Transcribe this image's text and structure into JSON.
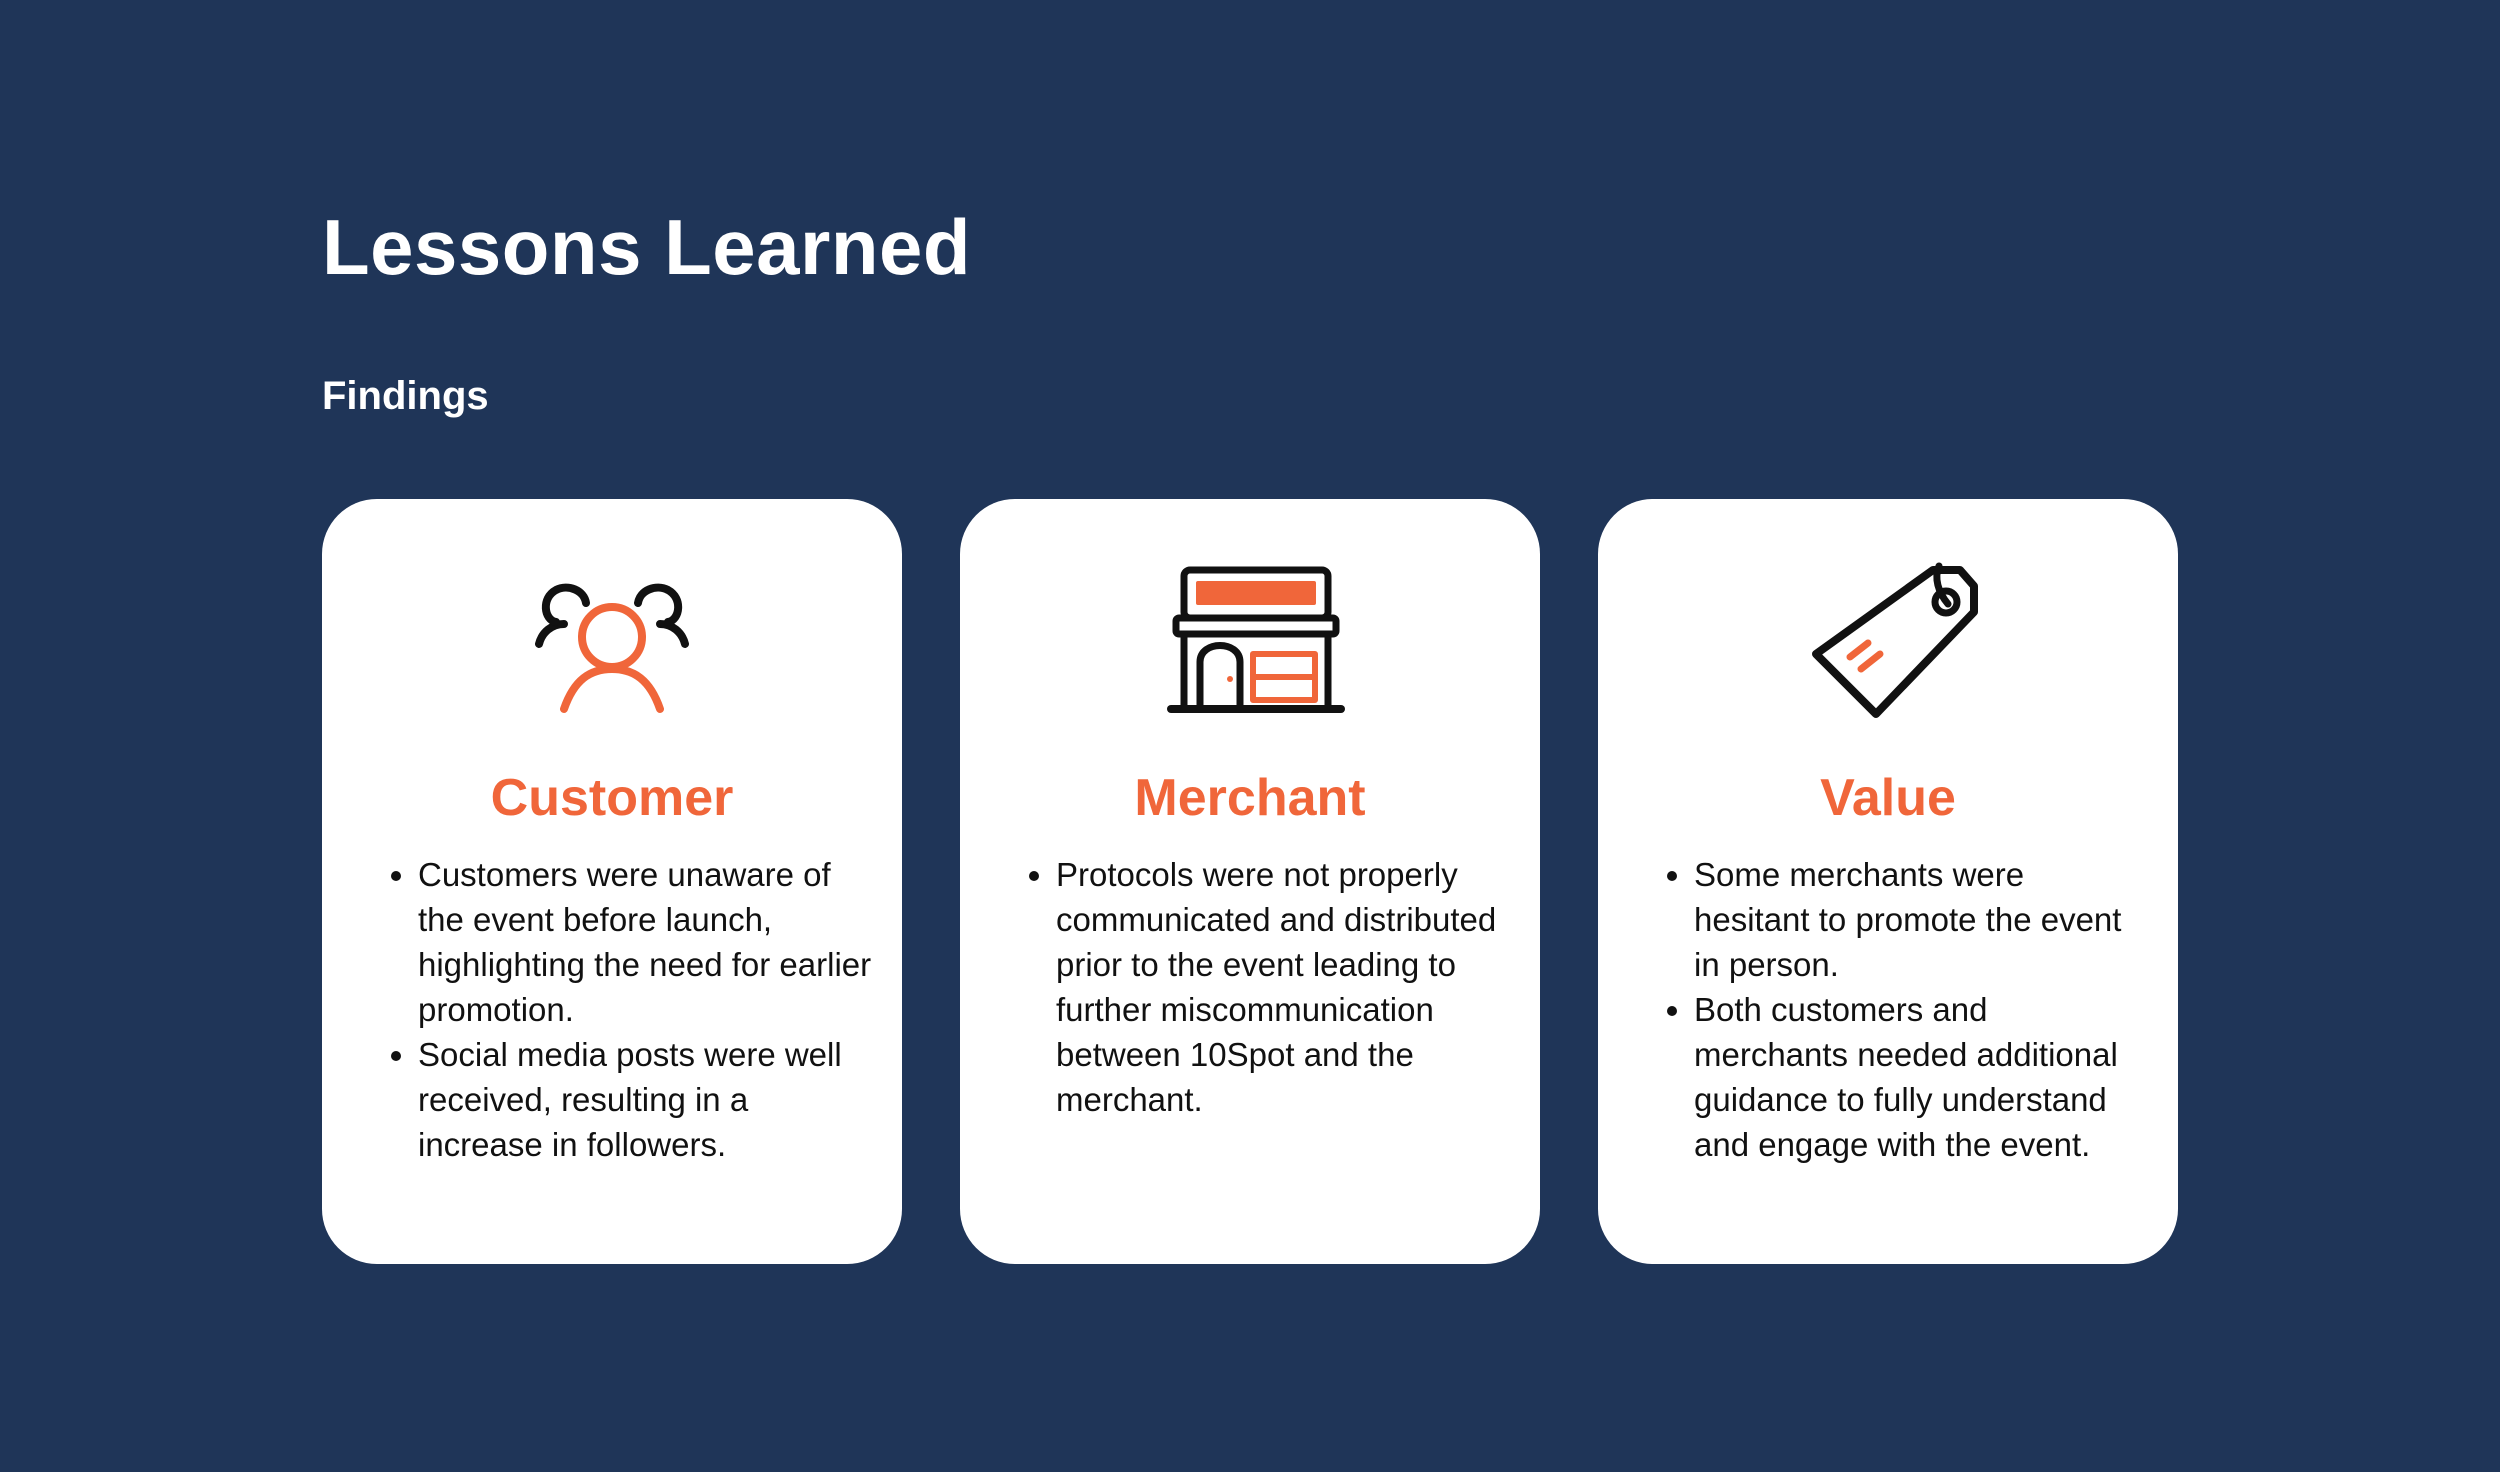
{
  "page": {
    "title": "Lessons Learned",
    "subtitle": "Findings"
  },
  "colors": {
    "background": "#1f3558",
    "accent": "#f0663a",
    "card": "#ffffff"
  },
  "cards": [
    {
      "title": "Customer",
      "icon": "users-icon",
      "bullets": [
        "Customers were unaware of the event before launch, highlighting the need for earlier promotion.",
        "Social media posts were well received, resulting in a increase in followers."
      ]
    },
    {
      "title": "Merchant",
      "icon": "storefront-icon",
      "bullets": [
        "Protocols were not properly communicated and distributed prior to the event leading to further miscommunication between 10Spot and the merchant."
      ]
    },
    {
      "title": "Value",
      "icon": "price-tag-icon",
      "bullets": [
        "Some merchants were hesitant to promote the event in person.",
        "Both customers and merchants needed additional guidance to fully understand and engage with the event."
      ]
    }
  ]
}
